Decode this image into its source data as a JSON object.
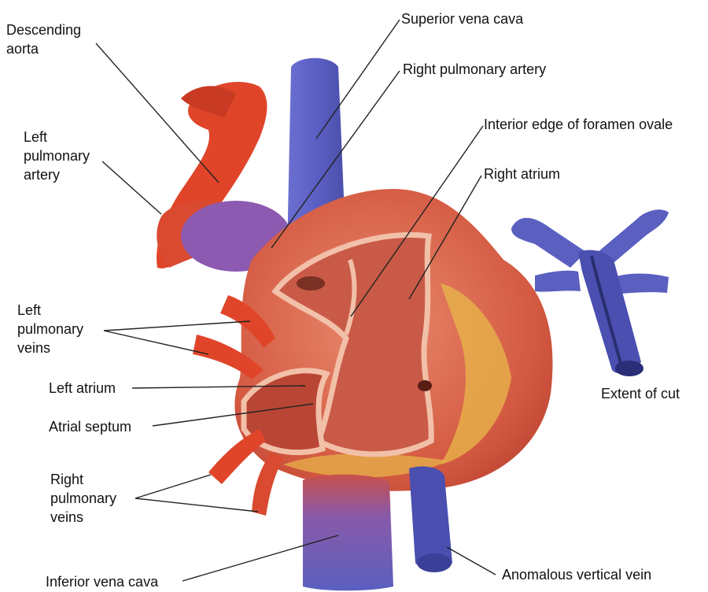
{
  "labels": {
    "descending_aorta": [
      "Descending",
      "aorta"
    ],
    "superior_vena_cava": "Superior vena cava",
    "right_pulmonary_artery": "Right pulmonary artery",
    "left_pulmonary_artery": [
      "Left",
      "pulmonary",
      "artery"
    ],
    "interior_edge_foramen_ovale": "Interior edge of foramen ovale",
    "right_atrium": "Right atrium",
    "left_pulmonary_veins": [
      "Left",
      "pulmonary",
      "veins"
    ],
    "left_atrium": "Left atrium",
    "atrial_septum": "Atrial septum",
    "extent_of_cut": "Extent of cut",
    "right_pulmonary_veins": [
      "Right",
      "pulmonary",
      "veins"
    ],
    "inferior_vena_cava": "Inferior vena cava",
    "anomalous_vertical_vein": "Anomalous vertical vein"
  },
  "colors": {
    "artery_red": "#e0452a",
    "vein_blue": "#5a5fc0",
    "heart_muscle": "#d86a52",
    "heart_inner": "#c9553f",
    "fat_yellow": "#e8b84a",
    "leader_line": "#222222"
  }
}
